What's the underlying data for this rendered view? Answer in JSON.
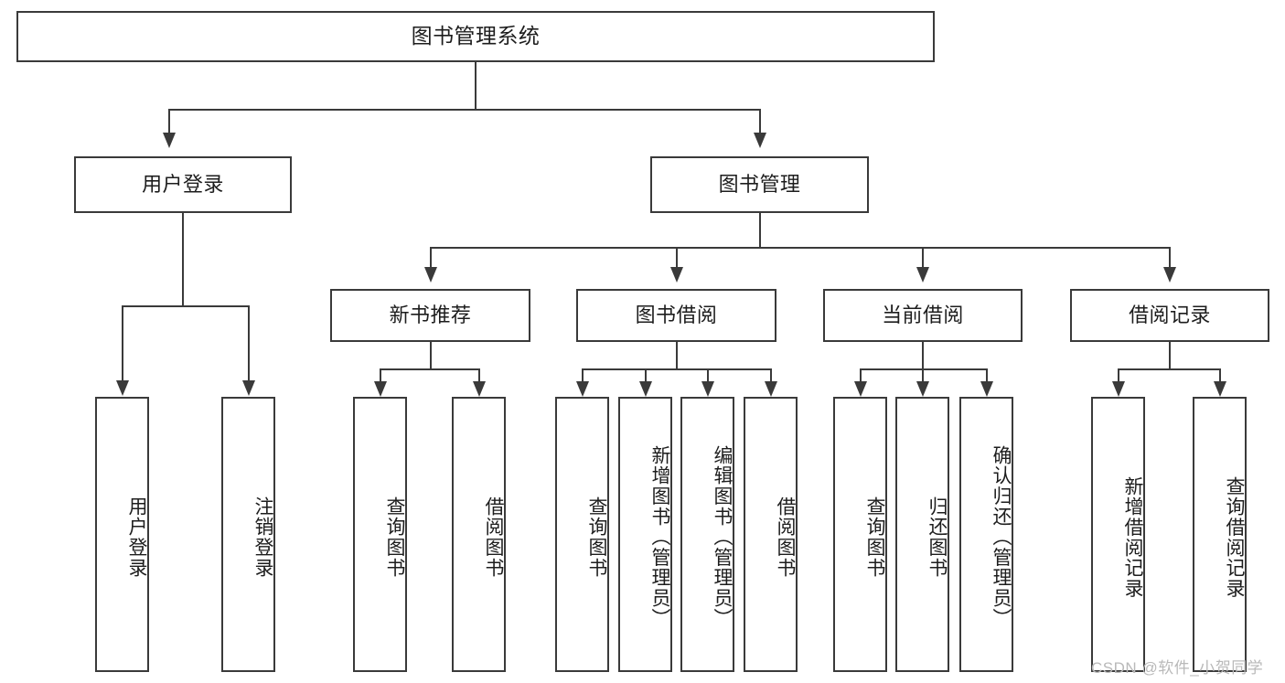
{
  "diagram": {
    "type": "tree",
    "title": "图书管理系统",
    "root": {
      "label": "图书管理系统"
    },
    "level2": [
      {
        "label": "用户登录"
      },
      {
        "label": "图书管理"
      }
    ],
    "level3": [
      {
        "label": "新书推荐"
      },
      {
        "label": "图书借阅"
      },
      {
        "label": "当前借阅"
      },
      {
        "label": "借阅记录"
      }
    ],
    "leaves": {
      "user_login": [
        {
          "label": "用户登录"
        },
        {
          "label": "注销登录"
        }
      ],
      "new_book_recommend": [
        {
          "label": "查询图书"
        },
        {
          "label": "借阅图书"
        }
      ],
      "book_borrow": [
        {
          "label": "查询图书"
        },
        {
          "label": "新增图书（管理员）"
        },
        {
          "label": "编辑图书（管理员）"
        },
        {
          "label": "借阅图书"
        }
      ],
      "current_borrow": [
        {
          "label": "查询图书"
        },
        {
          "label": "归还图书"
        },
        {
          "label": "确认归还（管理员）"
        }
      ],
      "borrow_record": [
        {
          "label": "新增借阅记录"
        },
        {
          "label": "查询借阅记录"
        }
      ]
    }
  },
  "watermark": {
    "text": "CSDN @软件_小贺同学"
  },
  "colors": {
    "stroke": "#3a3a3a",
    "text": "#1d1d1d",
    "background": "#ffffff",
    "watermark": "#b9b9b9"
  }
}
